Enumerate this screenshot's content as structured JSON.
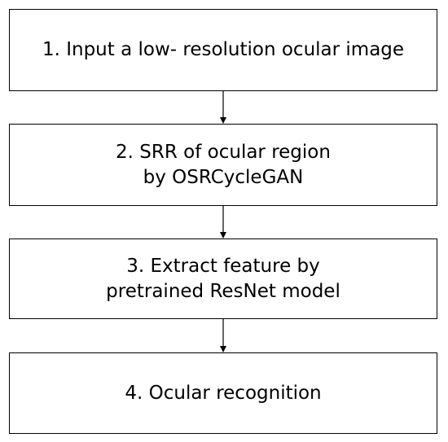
{
  "steps": [
    {
      "label": "1. Input a low- resolution ocular image"
    },
    {
      "label": "2. SRR of ocular region\nby OSRCycleGAN"
    },
    {
      "label": "3. Extract feature by\npretrained ResNet model"
    },
    {
      "label": "4. Ocular recognition"
    }
  ],
  "colors": {
    "border": "#000000",
    "background": "#ffffff",
    "text": "#000000"
  }
}
